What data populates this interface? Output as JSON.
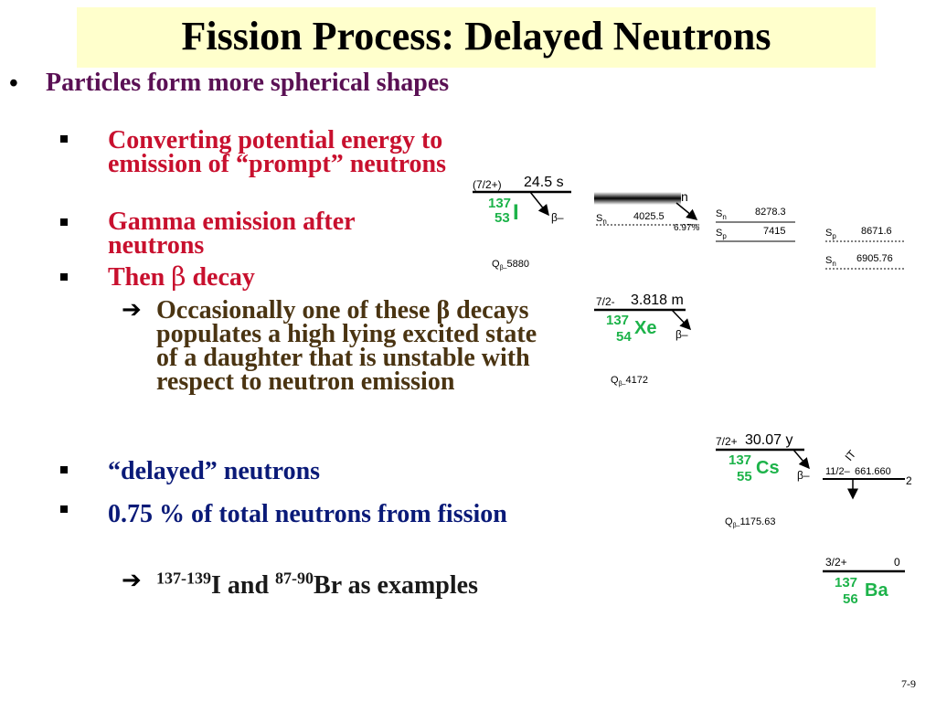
{
  "slide": {
    "title": "Fission Process:  Delayed Neutrons",
    "page_number": "7-9"
  },
  "bullets": {
    "b1": "Particles form more spherical shapes",
    "b1_1": "Converting potential energy to emission of “prompt” neutrons",
    "b1_2": "Gamma emission after neutrons",
    "b1_3_pre": "Then ",
    "b1_3_beta": "β",
    "b1_3_post": " decay",
    "b1_3_1": "Occasionally one of these β decays populates a high lying excited state of a daughter that is unstable with respect to neutron emission",
    "b1_4": "“delayed” neutrons",
    "b1_5": "0.75 % of total neutrons from fission",
    "b1_5_1_sup1": "137-139",
    "b1_5_1_mid": "I and ",
    "b1_5_1_sup2": "87-90",
    "b1_5_1_post": "Br as examples"
  },
  "diagram": {
    "i137": {
      "spin": "(7/2+)",
      "halflife": "24.5 s",
      "mass": "137",
      "z": "53",
      "sym": "I",
      "decay": "β–",
      "qb": "Q",
      "qb_sub": "β–",
      "qb_val": "5880"
    },
    "neutron": {
      "n": "n",
      "sn": "S",
      "sn_sub": "n",
      "sn_val": "4025.5",
      "pct": "6.97%"
    },
    "xe_sep": {
      "sn_label": "S",
      "sn_sub": "n",
      "sn_val": "8278.3",
      "sp_label": "S",
      "sp_sub": "p",
      "sp_val": "7415"
    },
    "xe137": {
      "spin": "7/2-",
      "halflife": "3.818 m",
      "mass": "137",
      "z": "54",
      "sym": "Xe",
      "decay": "β–",
      "qb": "Q",
      "qb_sub": "β–",
      "qb_val": "4172"
    },
    "cs_sep": {
      "sp_label": "S",
      "sp_sub": "p",
      "sp_val": "8671.6",
      "sn_label": "S",
      "sn_sub": "n",
      "sn_val": "6905.76"
    },
    "cs137": {
      "spin": "7/2+",
      "halflife": "30.07 y",
      "mass": "137",
      "z": "55",
      "sym": "Cs",
      "decay": "β–",
      "qb": "Q",
      "qb_sub": "β–",
      "qb_val": "1175.63"
    },
    "it": {
      "label": "IT",
      "spin": "11/2–",
      "energy": "661.660",
      "extra": "2"
    },
    "ba137": {
      "spin": "3/2+",
      "energy": "0",
      "mass": "137",
      "z": "56",
      "sym": "Ba"
    }
  },
  "colors": {
    "nuclide_green": "#1db34a",
    "title_bg": "#ffffcc",
    "red_text": "#c8102e",
    "purple_text": "#5a1054",
    "brown_text": "#4a3412",
    "navy_text": "#0a1a78"
  }
}
